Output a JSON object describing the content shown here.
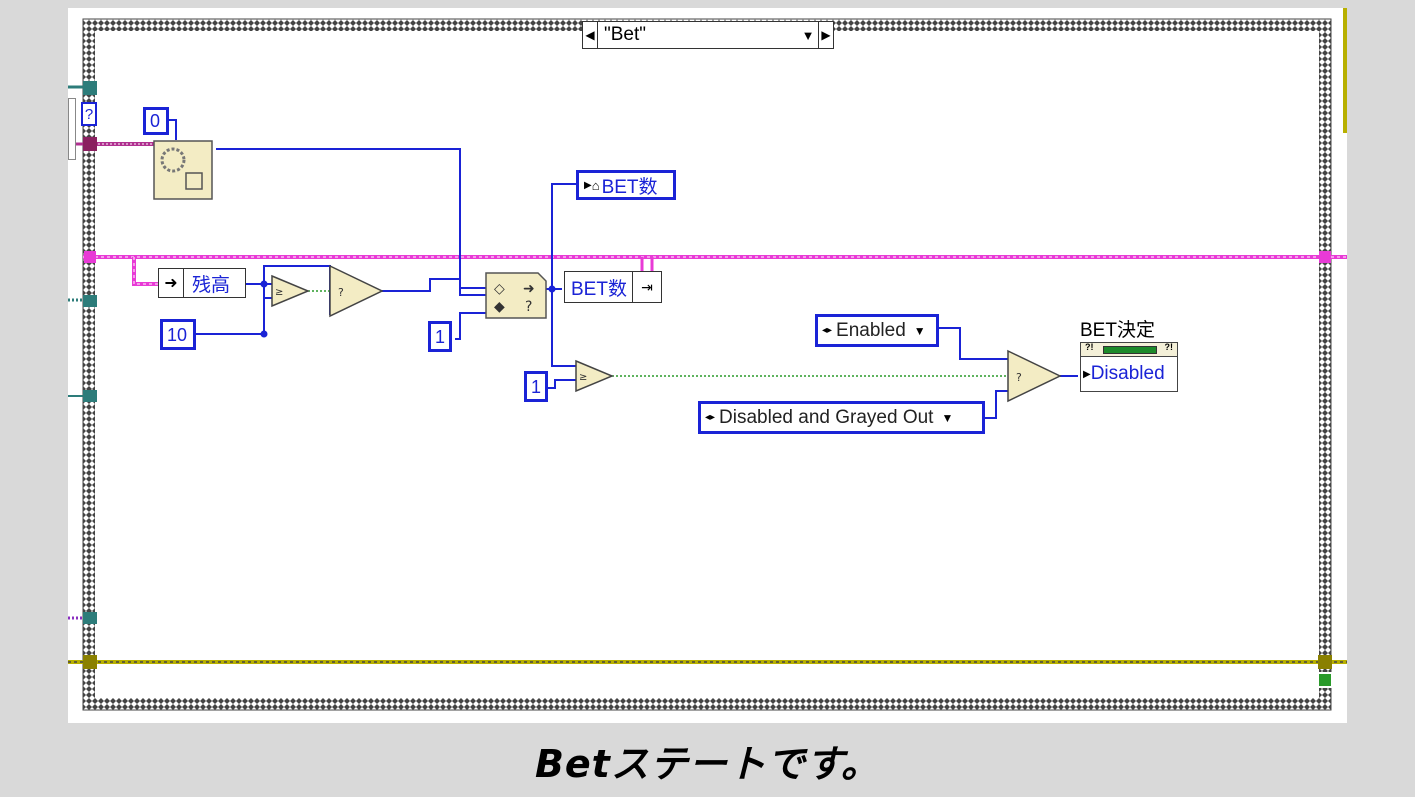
{
  "case_structure": {
    "selector_value": "\"Bet\""
  },
  "constants": {
    "zero": "0",
    "ten": "10",
    "one_a": "1",
    "one_b": "1"
  },
  "nodes": {
    "unbundle_field": "残高",
    "bundle_field": "BET数",
    "local_var": "BET数",
    "enum_enabled": "Enabled",
    "enum_disabled": "Disabled and Grayed Out",
    "property_label": "BET決定",
    "property_value": "Disabled",
    "unknown_tunnel": "?"
  },
  "caption": "Betステートです。",
  "colors": {
    "cluster_wire": "#e83ad6",
    "int_wire": "#1a23d6",
    "error_wire": "#b8b000",
    "bool_wire": "#2a9a2a",
    "frame_border": "#555555",
    "primitive_fill": "#f3ecc4"
  }
}
